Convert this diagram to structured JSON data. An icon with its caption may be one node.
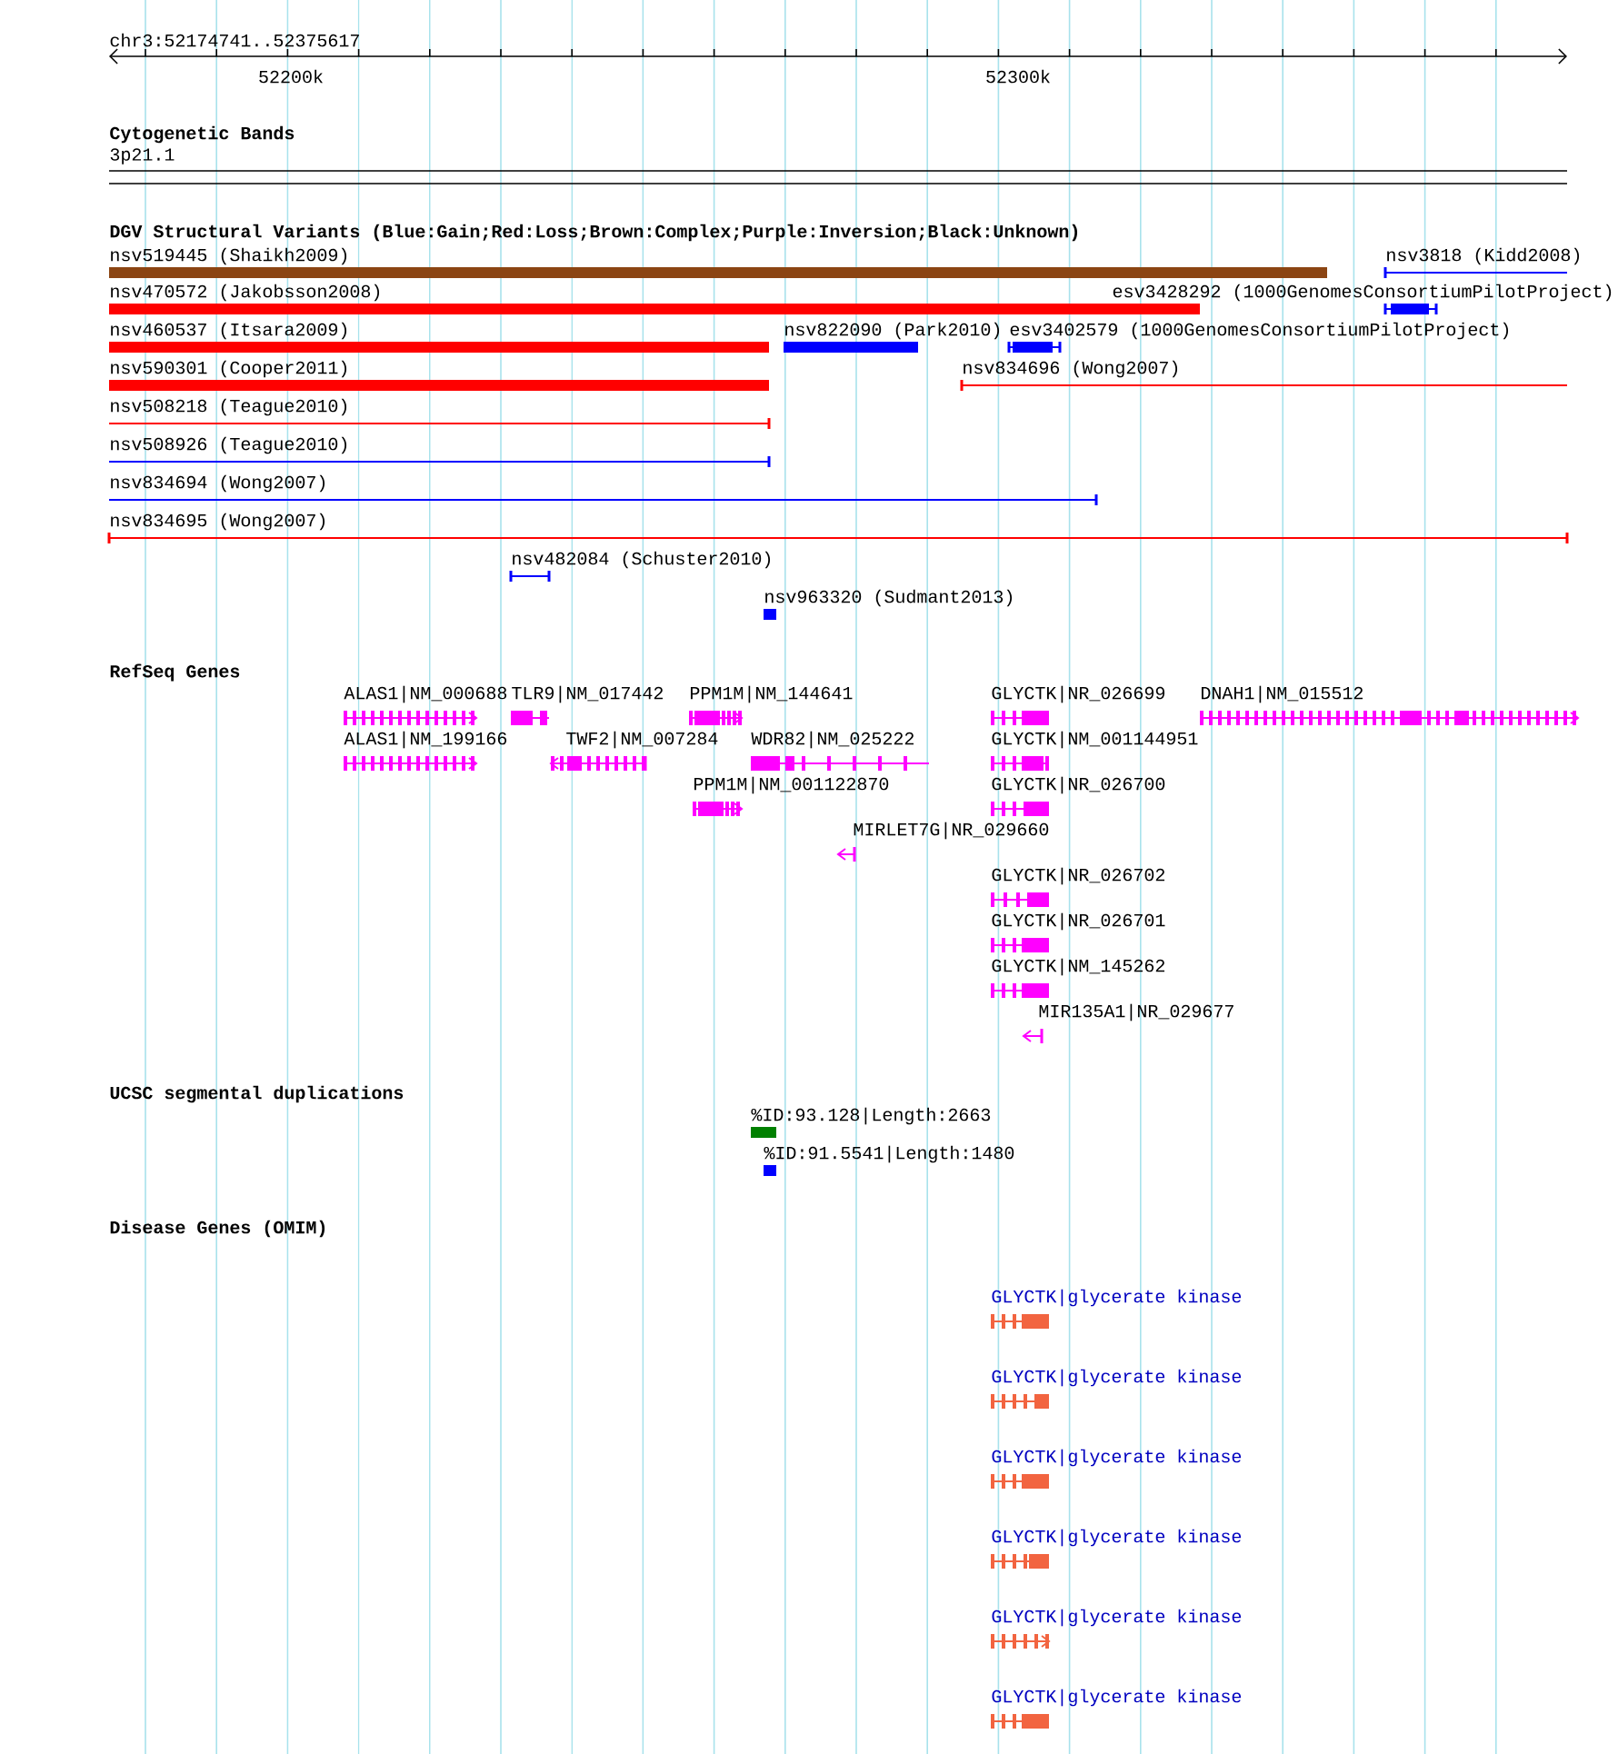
{
  "diagram": {
    "labels": [
      "chr3:52174741..52375617",
      "52200k",
      "52300k",
      "Cytogenetic Bands",
      "3p21.1",
      "DGV Structural Variants (Blue:Gain;Red:Loss;Brown:Complex;Purple:Inversion;Black:Unknown)",
      "nsv519445 (Shaikh2009)",
      "nsv3818 (Kidd2008)",
      "nsv470572 (Jakobsson2008)",
      "esv3428292 (1000GenomesConsortiumPilotProject)",
      "nsv460537 (Itsara2009)",
      "nsv822090 (Park2010)",
      "esv3402579 (1000GenomesConsortiumPilotProject)",
      "nsv590301 (Cooper2011)",
      "nsv834696 (Wong2007)",
      "nsv508218 (Teague2010)",
      "nsv508926 (Teague2010)",
      "nsv834694 (Wong2007)",
      "nsv834695 (Wong2007)",
      "nsv482084 (Schuster2010)",
      "nsv963320 (Sudmant2013)",
      "RefSeq Genes",
      "ALAS1|NM_000688",
      "TLR9|NM_017442",
      "PPM1M|NM_144641",
      "GLYCTK|NR_026699",
      "DNAH1|NM_015512",
      "ALAS1|NM_199166",
      "TWF2|NM_007284",
      "WDR82|NM_025222",
      "GLYCTK|NM_001144951",
      "PPM1M|NM_001122870",
      "GLYCTK|NR_026700",
      "MIRLET7G|NR_029660",
      "GLYCTK|NR_026702",
      "GLYCTK|NR_026701",
      "GLYCTK|NM_145262",
      "MIR135A1|NR_029677",
      "UCSC segmental duplications",
      "%ID:93.128|Length:2663",
      "%ID:91.5541|Length:1480",
      "Disease Genes (OMIM)",
      "GLYCTK|glycerate kinase",
      "GLYCTK|glycerate kinase",
      "GLYCTK|glycerate kinase",
      "GLYCTK|glycerate kinase",
      "GLYCTK|glycerate kinase",
      "GLYCTK|glycerate kinase"
    ]
  }
}
